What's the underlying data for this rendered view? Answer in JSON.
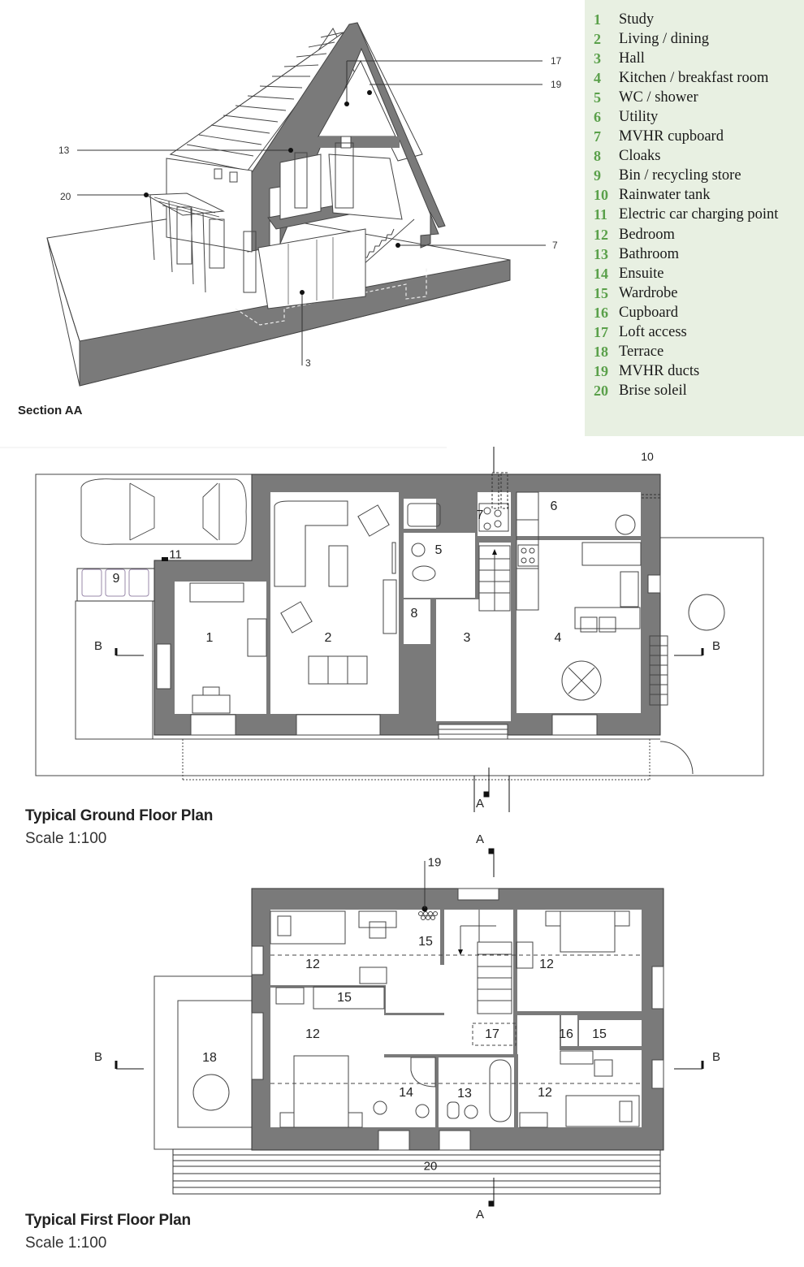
{
  "legend": {
    "background": "#e8f0e2",
    "number_color": "#5aa04a",
    "items": [
      {
        "num": "1",
        "label": "Study"
      },
      {
        "num": "2",
        "label": "Living / dining"
      },
      {
        "num": "3",
        "label": "Hall"
      },
      {
        "num": "4",
        "label": "Kitchen / breakfast room"
      },
      {
        "num": "5",
        "label": "WC / shower"
      },
      {
        "num": "6",
        "label": "Utility"
      },
      {
        "num": "7",
        "label": "MVHR cupboard"
      },
      {
        "num": "8",
        "label": "Cloaks"
      },
      {
        "num": "9",
        "label": "Bin / recycling store"
      },
      {
        "num": "10",
        "label": "Rainwater tank"
      },
      {
        "num": "11",
        "label": "Electric car charging point"
      },
      {
        "num": "12",
        "label": "Bedroom"
      },
      {
        "num": "13",
        "label": "Bathroom"
      },
      {
        "num": "14",
        "label": "Ensuite"
      },
      {
        "num": "15",
        "label": "Wardrobe"
      },
      {
        "num": "16",
        "label": "Cupboard"
      },
      {
        "num": "17",
        "label": "Loft access"
      },
      {
        "num": "18",
        "label": "Terrace"
      },
      {
        "num": "19",
        "label": "MVHR ducts"
      },
      {
        "num": "20",
        "label": "Brise soleil"
      }
    ]
  },
  "section": {
    "title": "Section AA",
    "callouts": {
      "c17": "17",
      "c19": "19",
      "c13": "13",
      "c20": "20",
      "c7": "7",
      "c3": "3"
    }
  },
  "ground_floor": {
    "title": "Typical Ground Floor Plan",
    "scale": "Scale 1:100",
    "rooms": {
      "r1": "1",
      "r2": "2",
      "r3": "3",
      "r4": "4",
      "r5": "5",
      "r6": "6",
      "r7": "7",
      "r8": "8",
      "r9": "9",
      "r10": "10",
      "r11": "11"
    },
    "section_marks": {
      "b_left": "B",
      "b_right": "B",
      "a_bottom": "A"
    }
  },
  "first_floor": {
    "title": "Typical First Floor Plan",
    "scale": "Scale 1:100",
    "rooms": {
      "bed_nw": "12",
      "bed_w": "12",
      "bed_ne": "12",
      "bed_se": "12",
      "ward_a": "15",
      "ward_b": "15",
      "ward_c": "15",
      "ensuite": "14",
      "bath": "13",
      "cupboard": "16",
      "loft": "17",
      "terrace": "18",
      "ducts": "19",
      "brise": "20"
    },
    "section_marks": {
      "b_left": "B",
      "b_right": "B",
      "a_top": "A",
      "a_bottom": "A"
    }
  },
  "colors": {
    "wall": "#7a7a7a",
    "line": "#333333",
    "accent_green": "#5aa04a"
  }
}
